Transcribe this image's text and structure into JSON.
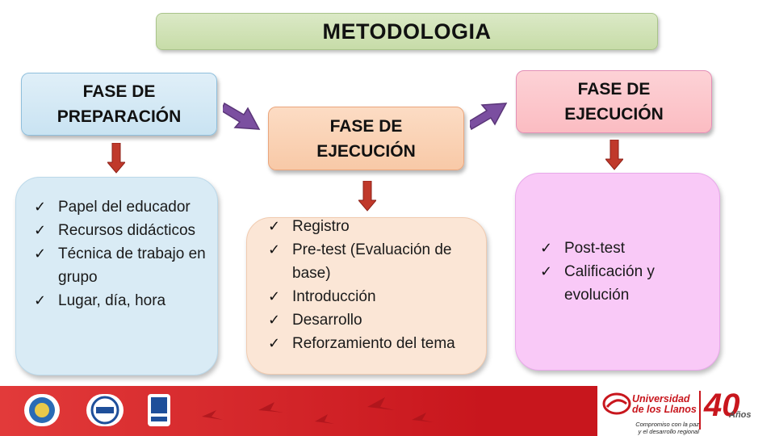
{
  "title": "METODOLOGIA",
  "phases": [
    {
      "line1": "FASE DE",
      "line2": "PREPARACIÓN"
    },
    {
      "line1": "FASE DE",
      "line2": "EJECUCIÓN"
    },
    {
      "line1": "FASE DE",
      "line2": "EJECUCIÓN"
    }
  ],
  "lists": [
    [
      "Papel del educador",
      "Recursos didácticos",
      "Técnica de trabajo en grupo",
      "Lugar, día, hora"
    ],
    [
      "Registro",
      "Pre-test (Evaluación de base)",
      "Introducción",
      "Desarrollo",
      "Reforzamiento del tema"
    ],
    [
      "Post-test",
      "Calificación y evolución"
    ]
  ],
  "check_icon": "✓",
  "colors": {
    "title_bg": "#c7dca8",
    "phase1_bg": "#c9e3f2",
    "phase2_bg": "#f8c9a7",
    "phase3_bg": "#fbbcc2",
    "list1_bg": "#d9ebf5",
    "list2_bg": "#fbe6d6",
    "list3_bg": "#f9c9f7",
    "down_arrow": "#c0392b",
    "side_arrow": "#7b4fa0",
    "footer": "#c8161d"
  },
  "footer": {
    "university_line1": "Universidad",
    "university_line2": "de los Llanos",
    "tagline_line1": "Compromiso con la paz",
    "tagline_line2": "y el desarrollo regional",
    "anniversary_number": "40",
    "anniversary_word": "Años"
  }
}
